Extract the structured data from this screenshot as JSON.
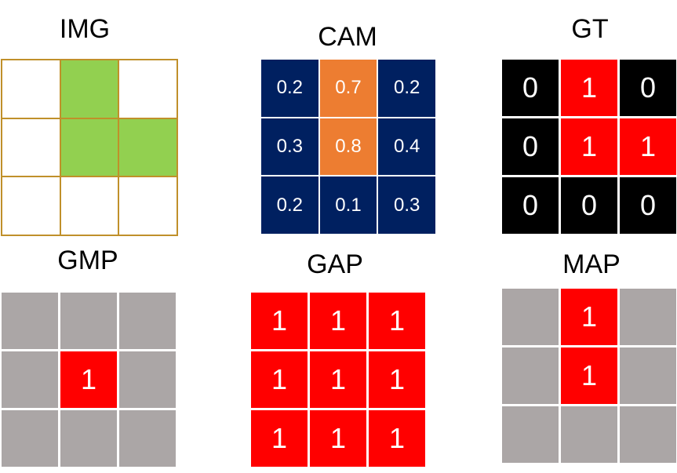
{
  "colors": {
    "green": "#92d050",
    "white": "#ffffff",
    "navy": "#002060",
    "orange": "#ed7d31",
    "black": "#000000",
    "red": "#ff0000",
    "gray": "#aba6a6",
    "img_border": "#c0902a"
  },
  "panels": {
    "img": {
      "title": "IMG",
      "cells": [
        {
          "text": "",
          "color": "white"
        },
        {
          "text": "",
          "color": "green"
        },
        {
          "text": "",
          "color": "white"
        },
        {
          "text": "",
          "color": "white"
        },
        {
          "text": "",
          "color": "green"
        },
        {
          "text": "",
          "color": "green"
        },
        {
          "text": "",
          "color": "white"
        },
        {
          "text": "",
          "color": "white"
        },
        {
          "text": "",
          "color": "white"
        }
      ]
    },
    "cam": {
      "title": "CAM",
      "cells": [
        {
          "text": "0.2",
          "color": "navy"
        },
        {
          "text": "0.7",
          "color": "orange"
        },
        {
          "text": "0.2",
          "color": "navy"
        },
        {
          "text": "0.3",
          "color": "navy"
        },
        {
          "text": "0.8",
          "color": "orange"
        },
        {
          "text": "0.4",
          "color": "navy"
        },
        {
          "text": "0.2",
          "color": "navy"
        },
        {
          "text": "0.1",
          "color": "navy"
        },
        {
          "text": "0.3",
          "color": "navy"
        }
      ]
    },
    "gt": {
      "title": "GT",
      "cells": [
        {
          "text": "0",
          "color": "black"
        },
        {
          "text": "1",
          "color": "red"
        },
        {
          "text": "0",
          "color": "black"
        },
        {
          "text": "0",
          "color": "black"
        },
        {
          "text": "1",
          "color": "red"
        },
        {
          "text": "1",
          "color": "red"
        },
        {
          "text": "0",
          "color": "black"
        },
        {
          "text": "0",
          "color": "black"
        },
        {
          "text": "0",
          "color": "black"
        }
      ]
    },
    "gmp": {
      "title": "GMP",
      "cells": [
        {
          "text": "",
          "color": "gray"
        },
        {
          "text": "",
          "color": "gray"
        },
        {
          "text": "",
          "color": "gray"
        },
        {
          "text": "",
          "color": "gray"
        },
        {
          "text": "1",
          "color": "red"
        },
        {
          "text": "",
          "color": "gray"
        },
        {
          "text": "",
          "color": "gray"
        },
        {
          "text": "",
          "color": "gray"
        },
        {
          "text": "",
          "color": "gray"
        }
      ]
    },
    "gap": {
      "title": "GAP",
      "cells": [
        {
          "text": "1",
          "color": "red"
        },
        {
          "text": "1",
          "color": "red"
        },
        {
          "text": "1",
          "color": "red"
        },
        {
          "text": "1",
          "color": "red"
        },
        {
          "text": "1",
          "color": "red"
        },
        {
          "text": "1",
          "color": "red"
        },
        {
          "text": "1",
          "color": "red"
        },
        {
          "text": "1",
          "color": "red"
        },
        {
          "text": "1",
          "color": "red"
        }
      ]
    },
    "map": {
      "title": "MAP",
      "cells": [
        {
          "text": "",
          "color": "gray"
        },
        {
          "text": "1",
          "color": "red"
        },
        {
          "text": "",
          "color": "gray"
        },
        {
          "text": "",
          "color": "gray"
        },
        {
          "text": "1",
          "color": "red"
        },
        {
          "text": "",
          "color": "gray"
        },
        {
          "text": "",
          "color": "gray"
        },
        {
          "text": "",
          "color": "gray"
        },
        {
          "text": "",
          "color": "gray"
        }
      ]
    }
  }
}
